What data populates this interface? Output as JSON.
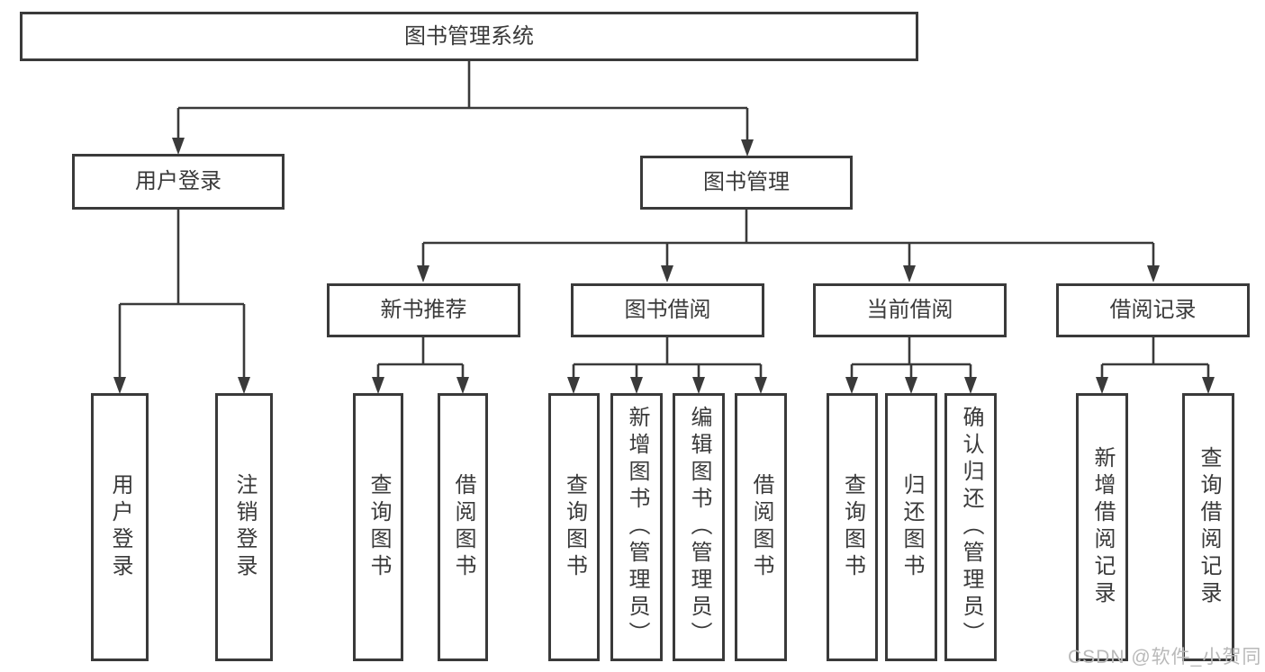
{
  "nodes": {
    "root": "图书管理系统",
    "l2_user": "用户登录",
    "l2_book": "图书管理",
    "l3": [
      "新书推荐",
      "图书借阅",
      "当前借阅",
      "借阅记录"
    ],
    "leaf_user": [
      "用户登录",
      "注销登录"
    ],
    "leaf_newbook": [
      "查询图书",
      "借阅图书"
    ],
    "leaf_borrow": [
      "查询图书",
      "新增图书（管理员）",
      "编辑图书（管理员）",
      "借阅图书"
    ],
    "leaf_current": [
      "查询图书",
      "归还图书",
      "确认归还（管理员）"
    ],
    "leaf_record": [
      "新增借阅记录",
      "查询借阅记录"
    ]
  },
  "watermark": "CSDN @软件_小贺同学",
  "colors": {
    "line": "#3a3a3a",
    "border": "#3a3a3a",
    "text": "#3a3a3a",
    "watermark": "#b9b9b9",
    "background": "#ffffff"
  }
}
